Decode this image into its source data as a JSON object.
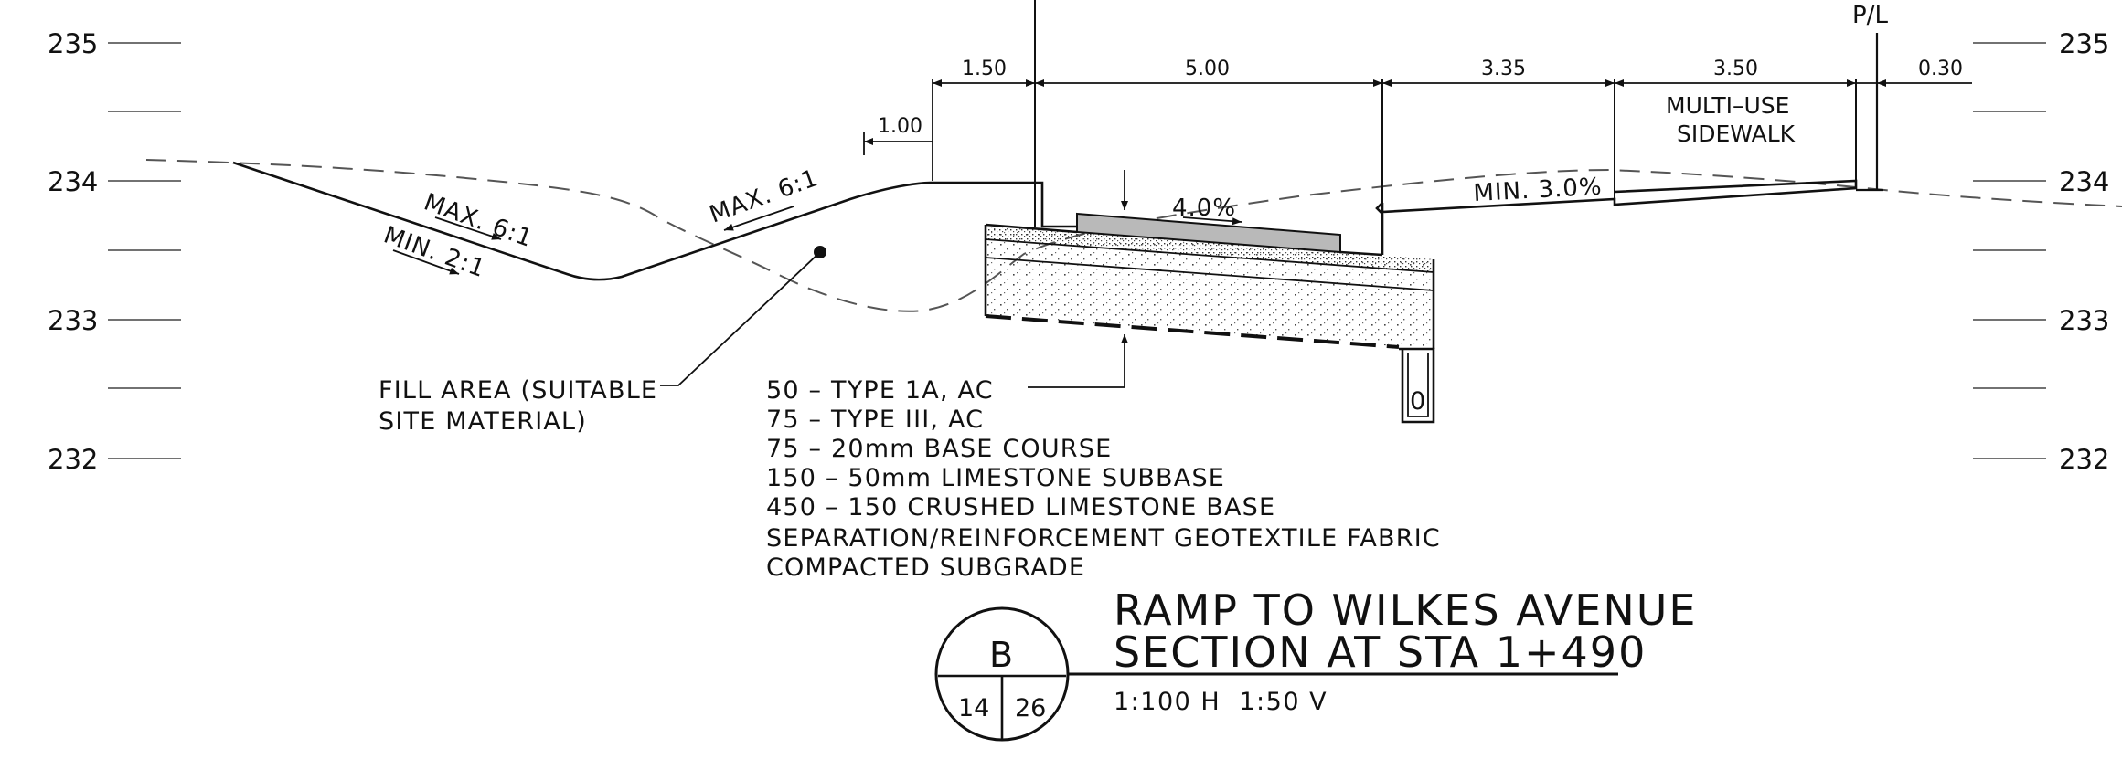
{
  "elevations": [
    "235",
    "234",
    "233",
    "232"
  ],
  "dimensions": {
    "offset_top": "1.00",
    "shoulder": "1.50",
    "lane": "5.00",
    "boulevard": "3.35",
    "sidewalk": "3.50",
    "property_gap": "0.30"
  },
  "property_line": "P/L",
  "sidewalk_label": [
    "MULTI–USE",
    "SIDEWALK"
  ],
  "slopes": {
    "max_left": "MAX. 6:1",
    "min_left": "MIN. 2:1",
    "max_right": "MAX. 6:1",
    "crossfall": "4.0%",
    "boulevard": "MIN. 3.0%"
  },
  "fill_note": [
    "FILL AREA (SUITABLE",
    "SITE MATERIAL)"
  ],
  "pipe_label": "0",
  "pavement_layers": [
    "50 – TYPE 1A, AC",
    "75 – TYPE III, AC",
    "75 – 20mm BASE COURSE",
    "150 – 50mm LIMESTONE SUBBASE",
    "450 – 150 CRUSHED LIMESTONE BASE",
    "SEPARATION/REINFORCEMENT GEOTEXTILE FABRIC",
    "COMPACTED SUBGRADE"
  ],
  "section_bubble": {
    "letter": "B",
    "left": "14",
    "right": "26"
  },
  "title": [
    "RAMP TO WILKES AVENUE",
    "SECTION AT STA 1+490"
  ],
  "scale": "1:100 H  1:50 V"
}
